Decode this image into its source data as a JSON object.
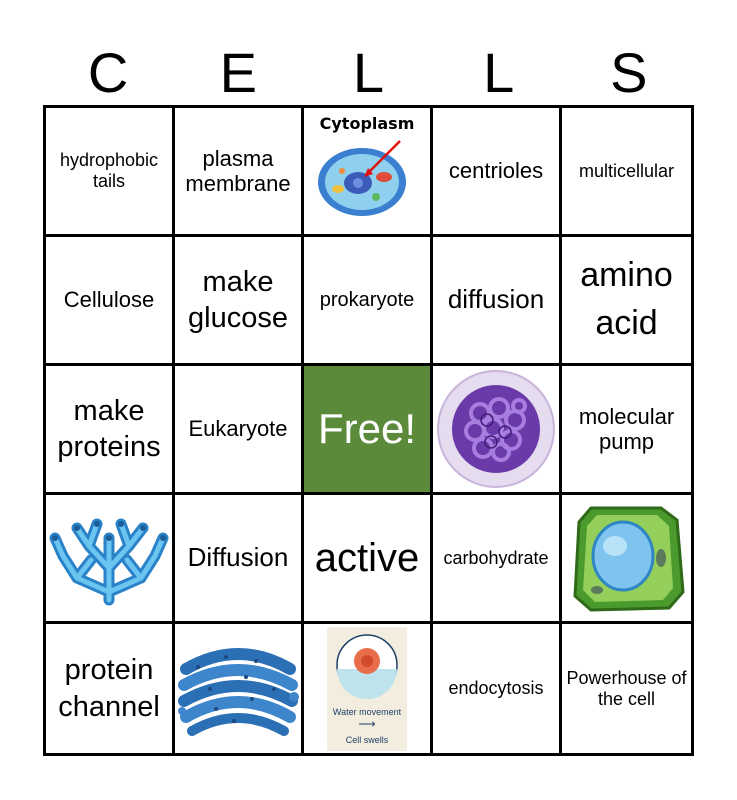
{
  "title_letters": [
    "C",
    "E",
    "L",
    "L",
    "S"
  ],
  "cells": {
    "r1c1": "hydrophobic tails",
    "r1c2": "plasma membrane",
    "r1c3_label": "Cytoplasm",
    "r1c4": "centrioles",
    "r1c5": "multicellular",
    "r2c1": "Cellulose",
    "r2c2": "make glucose",
    "r2c3": "prokaryote",
    "r2c4": "diffusion",
    "r2c5": "amino acid",
    "r3c1": "make proteins",
    "r3c2": "Eukaryote",
    "r3c3": "Free!",
    "r3c5": "molecular pump",
    "r4c2": "Diffusion",
    "r4c3": "active",
    "r4c4": "carbohydrate",
    "r5c1": "protein channel",
    "r5c3_text1": "Water movement",
    "r5c3_text2": "Cell swells",
    "r5c4": "endocytosis",
    "r5c5": "Powerhouse of the cell"
  },
  "colors": {
    "free_bg": "#5a8a3a",
    "grid_line": "#000000"
  },
  "icons": {
    "r1c3": "animal-cell-icon",
    "r3c4": "chromatin-nucleus-icon",
    "r4c1": "endoplasmic-reticulum-icon",
    "r4c5": "plant-cell-icon",
    "r5c2": "golgi-apparatus-icon",
    "r5c3": "osmosis-cell-icon"
  }
}
